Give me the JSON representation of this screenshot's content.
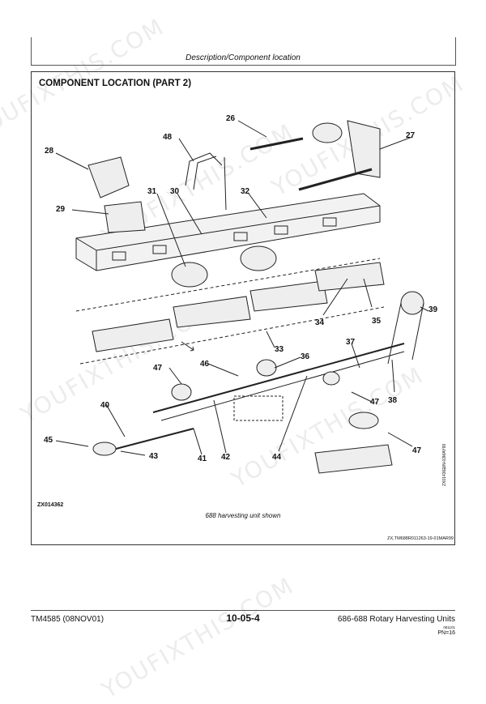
{
  "header": {
    "section_title": "Description/Component location"
  },
  "figure": {
    "heading": "COMPONENT LOCATION (PART 2)",
    "figure_id": "ZX014362",
    "caption": "688 harvesting unit shown",
    "reference": "ZX,TM688R011263-19-01MAR99",
    "side_code": "ZX014362",
    "side_date": "-UN-02MAY99",
    "labels": {
      "l26": "26",
      "l27": "27",
      "l28": "28",
      "l48": "48",
      "l31": "31",
      "l30": "30",
      "l32": "32",
      "l29": "29",
      "l39": "39",
      "l34": "34",
      "l35": "35",
      "l33": "33",
      "l36": "36",
      "l37": "37",
      "l46": "46",
      "l47a": "47",
      "l47b": "47",
      "l47c": "47",
      "l38": "38",
      "l40": "40",
      "l45": "45",
      "l43": "43",
      "l41": "41",
      "l42": "42",
      "l44": "44"
    }
  },
  "footer": {
    "doc_id": "TM4585 (08NOV01)",
    "page_number": "10-05-4",
    "manual_title": "686-688 Rotary Harvesting Units",
    "small_code": "081101",
    "pn": "PN=16"
  },
  "watermark": {
    "text": "YOUFIXTHIS.COM"
  }
}
